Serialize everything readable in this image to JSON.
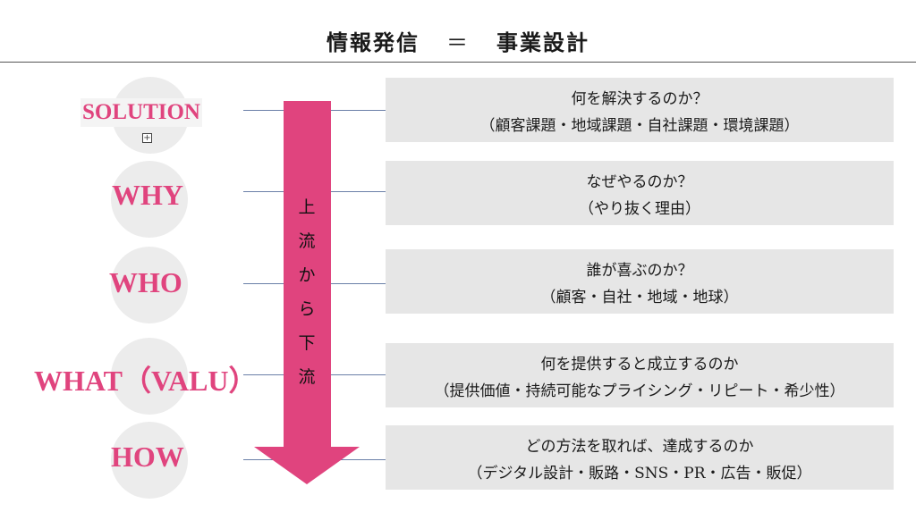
{
  "title": {
    "left": "情報発信",
    "eq": "＝",
    "right": "事業設計"
  },
  "labels": {
    "solution": "SOLUTION",
    "why": "WHY",
    "who": "WHO",
    "what": "WHAT（VALU）",
    "how": "HOW"
  },
  "arrow_text": [
    "上",
    "流",
    "か",
    "ら",
    "下",
    "流"
  ],
  "boxes": [
    {
      "line1": "何を解決するのか？",
      "line2": "（顧客課題・地域課題・自社課題・環境課題）"
    },
    {
      "line1": "なぜやるのか？",
      "line2": "（やり抜く理由）"
    },
    {
      "line1": "誰が喜ぶのか？",
      "line2": "（顧客・自社・地域・地球）"
    },
    {
      "line1": "何を提供すると成立するのか",
      "line2": "（提供価値・持続可能なプライシング・リピート・希少性）"
    },
    {
      "line1": "どの方法を取れば、達成するのか",
      "line2": "（デジタル設計・販路・SNS・PR・広告・販促）"
    }
  ],
  "colors": {
    "accent": "#e0447e",
    "box": "#e6e6e6",
    "circle": "#ececec",
    "connector": "#6a7fa8"
  },
  "icons": {
    "plus": "plus-square-icon"
  }
}
